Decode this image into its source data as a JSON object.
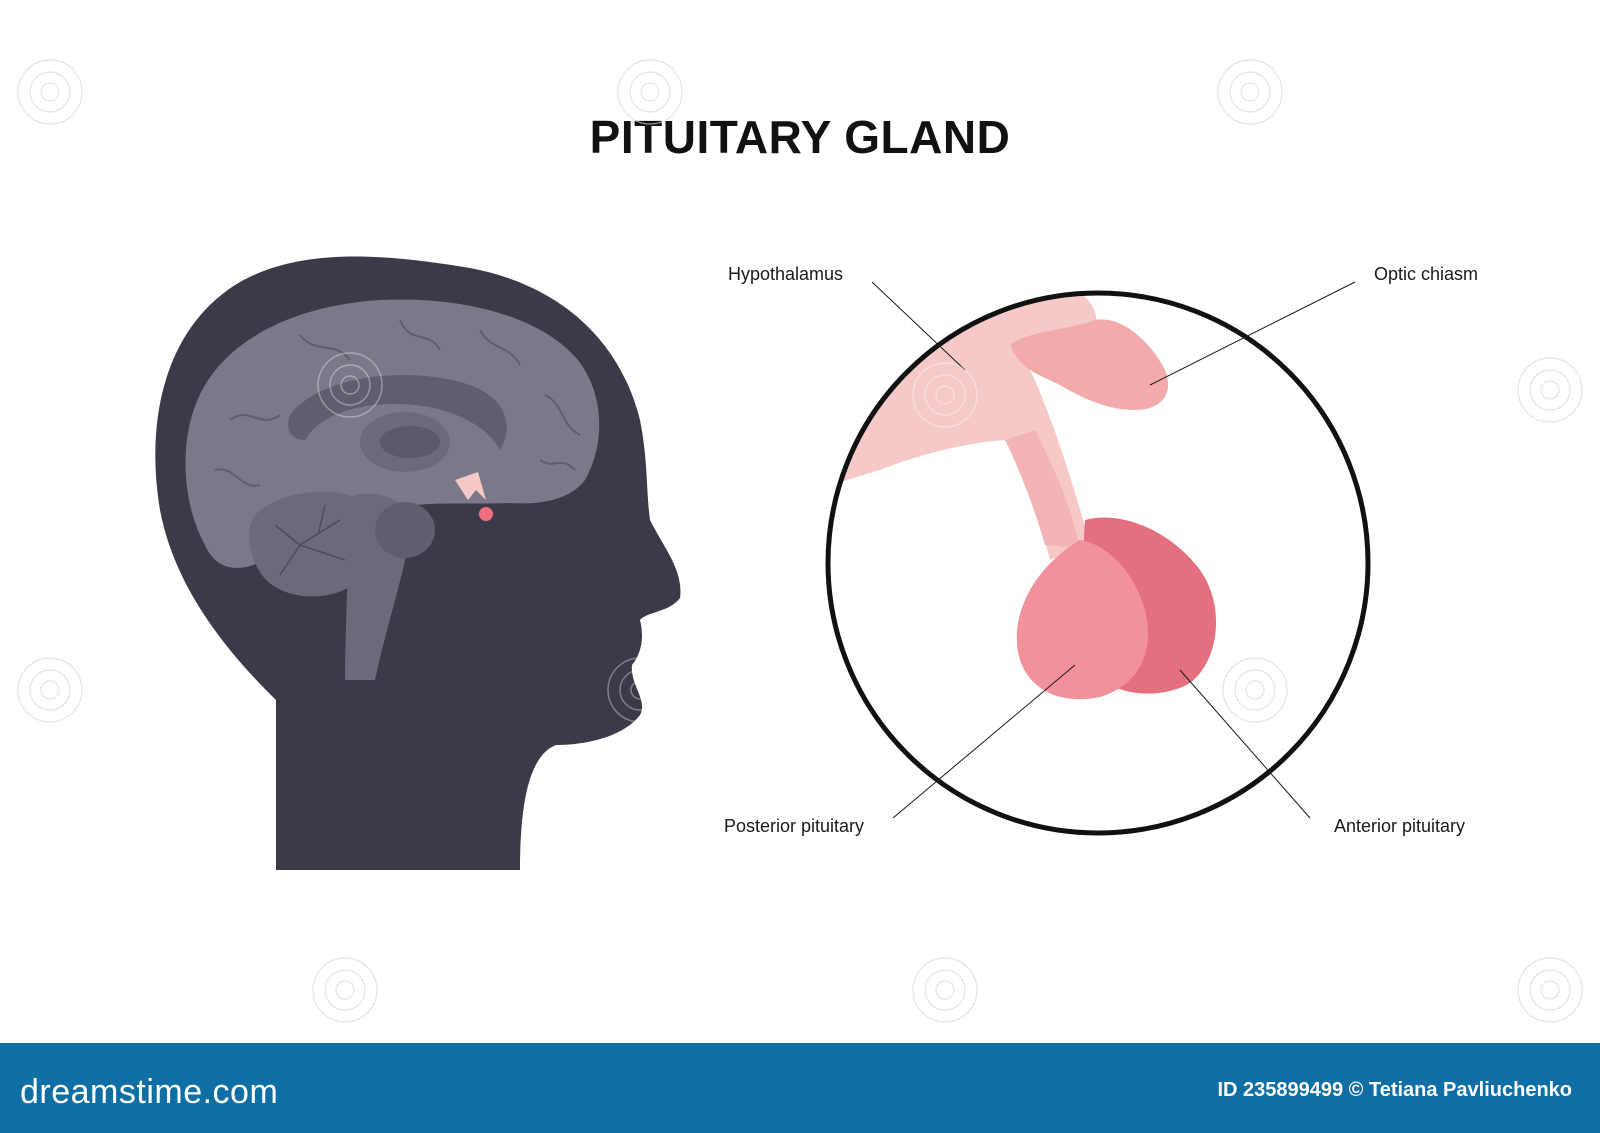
{
  "title": "PITUITARY GLAND",
  "labels": {
    "hypothalamus": "Hypothalamus",
    "optic_chiasm": "Optic chiasm",
    "posterior_pituitary": "Posterior pituitary",
    "anterior_pituitary": "Anterior pituitary"
  },
  "footer": {
    "brand": "dreamstime.com",
    "credit": "ID 235899499 © Tetiana Pavliuchenko",
    "background_color": "#0f6fa4"
  },
  "colors": {
    "head_silhouette": "#3b3a48",
    "brain": "#7a7889",
    "gland_anterior": "#e46f7f",
    "gland_posterior": "#f2919c",
    "stalk": "#f6c9c9"
  }
}
